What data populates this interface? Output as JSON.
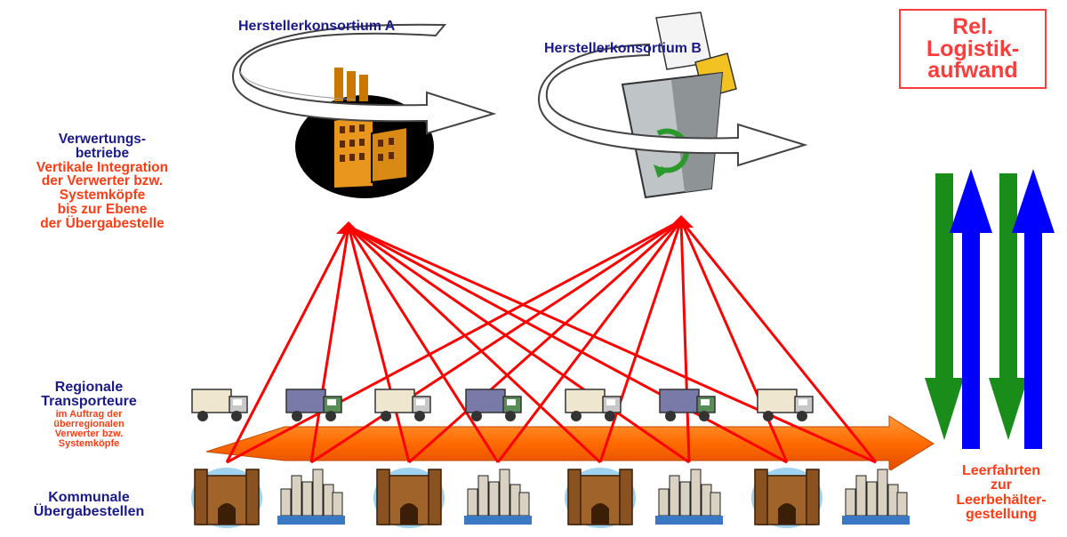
{
  "consortium_a": "Herstellerkonsortium A",
  "consortium_b": "Herstellerkonsortium B",
  "rel_box": {
    "lines": [
      "Rel.",
      "Logistik-",
      "aufwand"
    ]
  },
  "left_top": {
    "navy_lines": [
      "Verwertungs-",
      "betriebe"
    ],
    "orange_lines": [
      "Vertikale Integration",
      "der Verwerter bzw.",
      "Systemköpfe",
      "bis zur Ebene",
      "der Übergabestelle"
    ]
  },
  "left_mid": {
    "navy_lines": [
      "Regionale",
      "Transporteure"
    ],
    "orange_lines": [
      "im Auftrag der",
      "überregionalen",
      "Verwerter bzw.",
      "Systemköpfe"
    ]
  },
  "left_bottom": {
    "navy_lines": [
      "Kommunale",
      "Übergabestellen"
    ]
  },
  "right_bottom": {
    "orange_lines": [
      "Leerfahrten",
      "zur",
      "Leerbehälter-",
      "gestellung"
    ]
  },
  "colors": {
    "navy": "#1a1a8c",
    "orange_text": "#ff3c14",
    "red_lines": "#ff0000",
    "green_arrow": "#1a8c1a",
    "blue_arrow": "#0000ff",
    "orange_band": "#ff6a00"
  },
  "icons": {
    "factory": "factory-icon",
    "recycle_bin": "recycle-bin-icon",
    "truck": "truck-icon",
    "castle": "castle-icon",
    "city": "city-icon"
  }
}
